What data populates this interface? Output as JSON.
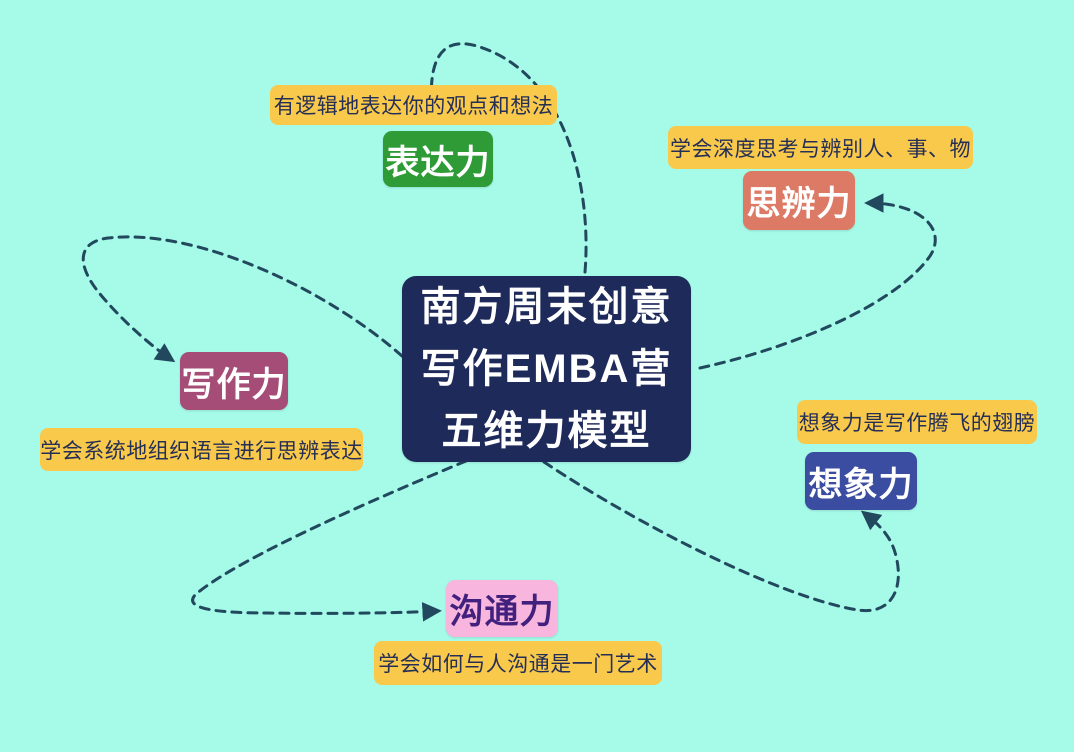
{
  "background": "#a5fae8",
  "connector_color": "#22485e",
  "center": {
    "lines": [
      "南方周末创意",
      "写作EMBA营",
      "五维力模型"
    ],
    "bg": "#1e2a5a",
    "text_color": "#ffffff"
  },
  "note_style": {
    "bg": "#f9c94c",
    "text_color": "#252f56"
  },
  "nodes": [
    {
      "id": "expression",
      "label": "表达力",
      "bg": "#2e9b36",
      "text_color": "#ffffff",
      "note": "有逻辑地表达你的观点和想法"
    },
    {
      "id": "critical",
      "label": "思辨力",
      "bg": "#dc7a65",
      "text_color": "#ffffff",
      "note": "学会深度思考与辨别人、事、物"
    },
    {
      "id": "writing",
      "label": "写作力",
      "bg": "#a54c77",
      "text_color": "#ffffff",
      "note": "学会系统地组织语言进行思辨表达"
    },
    {
      "id": "imagination",
      "label": "想象力",
      "bg": "#3b4da0",
      "text_color": "#ffffff",
      "note": "想象力是写作腾飞的翅膀"
    },
    {
      "id": "communication",
      "label": "沟通力",
      "bg": "#f8b5dd",
      "text_color": "#42217e",
      "note": "学会如何与人沟通是一门艺术"
    }
  ]
}
